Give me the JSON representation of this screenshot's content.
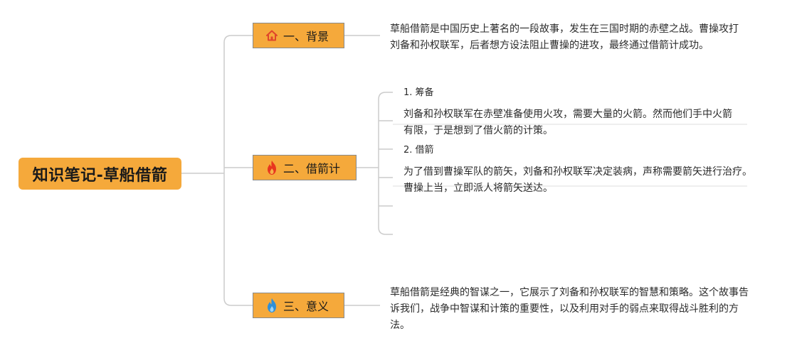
{
  "root": {
    "title": "知识笔记-草船借箭"
  },
  "branches": [
    {
      "label": "一、背景",
      "icon": "house-icon",
      "content": "草船借箭是中国历史上著名的一段故事，发生在三国时期的赤壁之战。曹操攻打刘备和孙权联军，后者想方设法阻止曹操的进攻，最终通过借箭计成功。"
    },
    {
      "label": "二、借箭计",
      "icon": "fire-red-icon",
      "items": [
        {
          "title": "1. 筹备",
          "text": "刘备和孙权联军在赤壁准备使用火攻，需要大量的火箭。然而他们手中火箭有限，于是想到了借火箭的计策。"
        },
        {
          "title": "2. 借箭",
          "text": "为了借到曹操军队的箭矢，刘备和孙权联军决定装病，声称需要箭矢进行治疗。曹操上当，立即派人将箭矢送达。"
        }
      ]
    },
    {
      "label": "三、意义",
      "icon": "fire-blue-icon",
      "content": "草船借箭是经典的智谋之一，它展示了刘备和孙权联军的智慧和策略。这个故事告诉我们，战争中智谋和计策的重要性，以及利用对手的弱点来取得战斗胜利的方法。"
    }
  ],
  "colors": {
    "node_fill": "#f5a93b",
    "line": "#cccccc",
    "house_icon": "#e0452b",
    "fire_red": "#e8361f",
    "fire_blue": "#2f8fd8"
  }
}
